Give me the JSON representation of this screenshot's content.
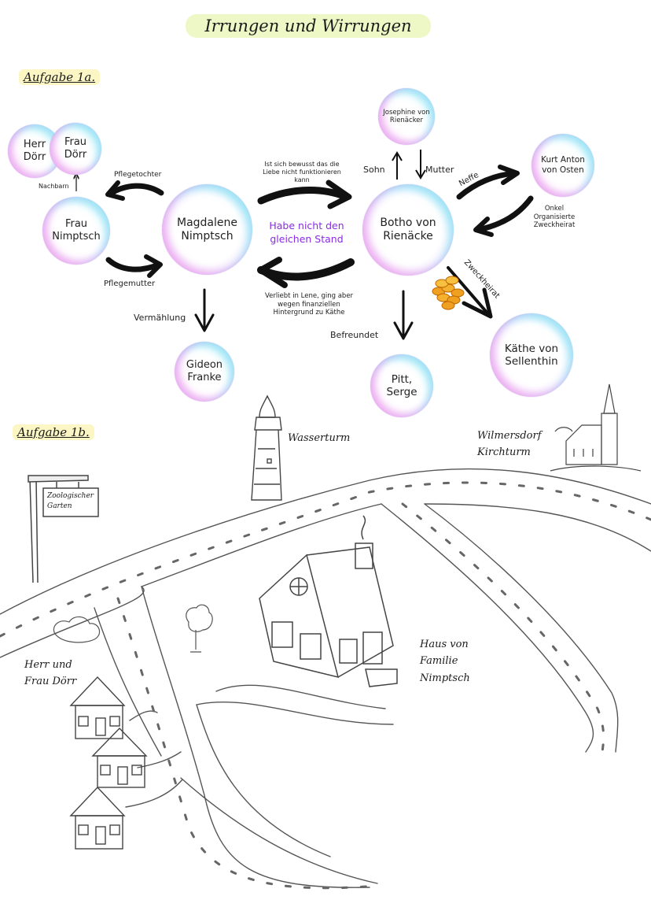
{
  "title": "Irrungen und Wirrungen",
  "sections": {
    "task_1a": "Aufgabe 1a.",
    "task_1b": "Aufgabe 1b."
  },
  "diagram": {
    "nodes": {
      "herr_doerr": [
        "Herr",
        "Dörr"
      ],
      "frau_doerr": [
        "Frau",
        "Dörr"
      ],
      "frau_nimptsch": [
        "Frau",
        "Nimptsch"
      ],
      "magdalene": [
        "Magdalene",
        "Nimptsch"
      ],
      "gideon": [
        "Gideon",
        "Franke"
      ],
      "josephine": [
        "Josephine von",
        "Rienäcker"
      ],
      "botho": [
        "Botho von",
        "Rienäcke"
      ],
      "kurt": [
        "Kurt Anton",
        "von Osten"
      ],
      "kaethe": [
        "Käthe von",
        "Sellenthin"
      ],
      "pitt": [
        "Pitt,",
        "Serge"
      ]
    },
    "edges": {
      "nachbarn": "Nachbarn",
      "pflegetochter": "Pflegetochter",
      "pflegemutter": "Pflegemutter",
      "vermaehlung": "Vermählung",
      "bewusst": [
        "Ist sich bewusst das die",
        "Liebe nicht funktionieren",
        "kann"
      ],
      "stand": [
        "Habe nicht den",
        "gleichen Stand"
      ],
      "verliebt": [
        "Verliebt in Lene, ging aber",
        "wegen finanziellen",
        "Hintergrund zu Käthe"
      ],
      "sohn": "Sohn",
      "mutter": "Mutter",
      "neffe": "Neffe",
      "onkel": [
        "Onkel",
        "Organisierte",
        "Zweckheirat"
      ],
      "zweckheirat": "Zweckheirat",
      "befreundet": "Befreundet"
    },
    "colors": {
      "relation_highlight": "#8a2be2",
      "title_highlight": "#eef8c6",
      "task_highlight": "#fbf6c4",
      "coins": "#f0a020"
    }
  },
  "map": {
    "sign": [
      "Zoologischer",
      "Garten"
    ],
    "water_tower": "Wasserturm",
    "church": [
      "Wilmersdorf",
      "Kirchturm"
    ],
    "nimptsch_house": [
      "Haus von",
      "Familie",
      "Nimptsch"
    ],
    "doerr_houses": [
      "Herr und",
      "Frau Dörr"
    ]
  }
}
